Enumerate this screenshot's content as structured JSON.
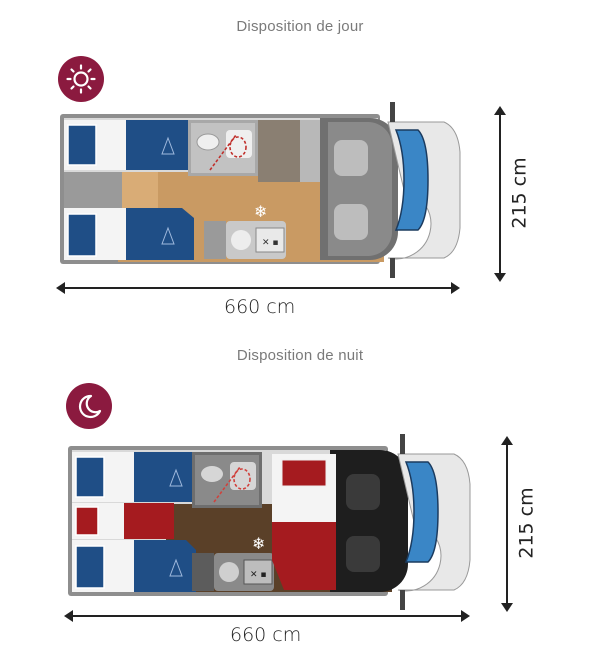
{
  "layouts": [
    {
      "id": "day",
      "title": "Disposition de jour",
      "icon": "sun-icon",
      "length_label": "660 cm",
      "width_label": "215 cm",
      "zones": {
        "rear_beds": "twin single beds (blue)",
        "middle": "bathroom with toilet and shower, wardrobe, kitchen with sink and 2-burner hob",
        "front": "cab with two swivel seats"
      }
    },
    {
      "id": "night",
      "title": "Disposition de nuit",
      "icon": "moon-icon",
      "length_label": "660 cm",
      "width_label": "215 cm",
      "zones": {
        "rear_beds": "twin single beds (blue) with extra middle bed (red)",
        "middle": "bathroom, wardrobe, kitchen",
        "front": "drop-down bed (red) over cab seats"
      }
    }
  ],
  "colors": {
    "accent": "#8b1a3f",
    "bed_blue": "#1f4e86",
    "bed_red": "#a51b1f",
    "floor_wood_day": "#c99a63",
    "floor_wood_night": "#5a4028",
    "windscreen": "#3a86c6",
    "text_muted": "#7a7a7a",
    "dimension": "#222222"
  }
}
